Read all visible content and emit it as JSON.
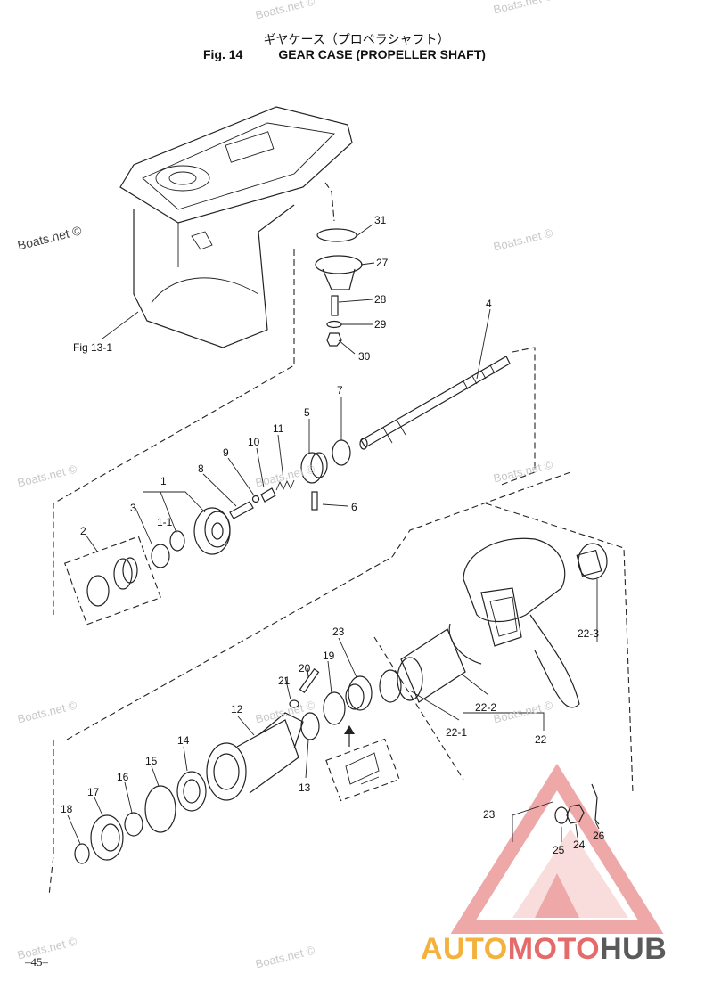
{
  "header": {
    "title_jp": "ギヤケース（プロペラシャフト）",
    "fig_number": "Fig. 14",
    "title_en": "GEAR CASE (PROPELLER SHAFT)"
  },
  "page_number": "–45–",
  "watermark_text": "Boats.net ©",
  "reference_label": "Fig 13-1",
  "brand": {
    "part1": "AUTO",
    "part2": "MOTO",
    "part3": "HUB",
    "colors": {
      "auto": "#f4b23c",
      "moto": "#e56a6a",
      "hub": "#5a5a5a",
      "logo": "#e98b8b"
    }
  },
  "parts": {
    "p1": "1",
    "p1_1": "1-1",
    "p2": "2",
    "p3": "3",
    "p4": "4",
    "p5": "5",
    "p6": "6",
    "p7": "7",
    "p8": "8",
    "p9": "9",
    "p10": "10",
    "p11": "11",
    "p12": "12",
    "p13": "13",
    "p14": "14",
    "p15": "15",
    "p16": "16",
    "p17": "17",
    "p18": "18",
    "p19": "19",
    "p20": "20",
    "p21": "21",
    "p22": "22",
    "p22_1": "22-1",
    "p22_2": "22-2",
    "p22_3": "22-3",
    "p23a": "23",
    "p23b": "23",
    "p24": "24",
    "p25": "25",
    "p26": "26",
    "p27": "27",
    "p28": "28",
    "p29": "29",
    "p30": "30",
    "p31": "31"
  }
}
